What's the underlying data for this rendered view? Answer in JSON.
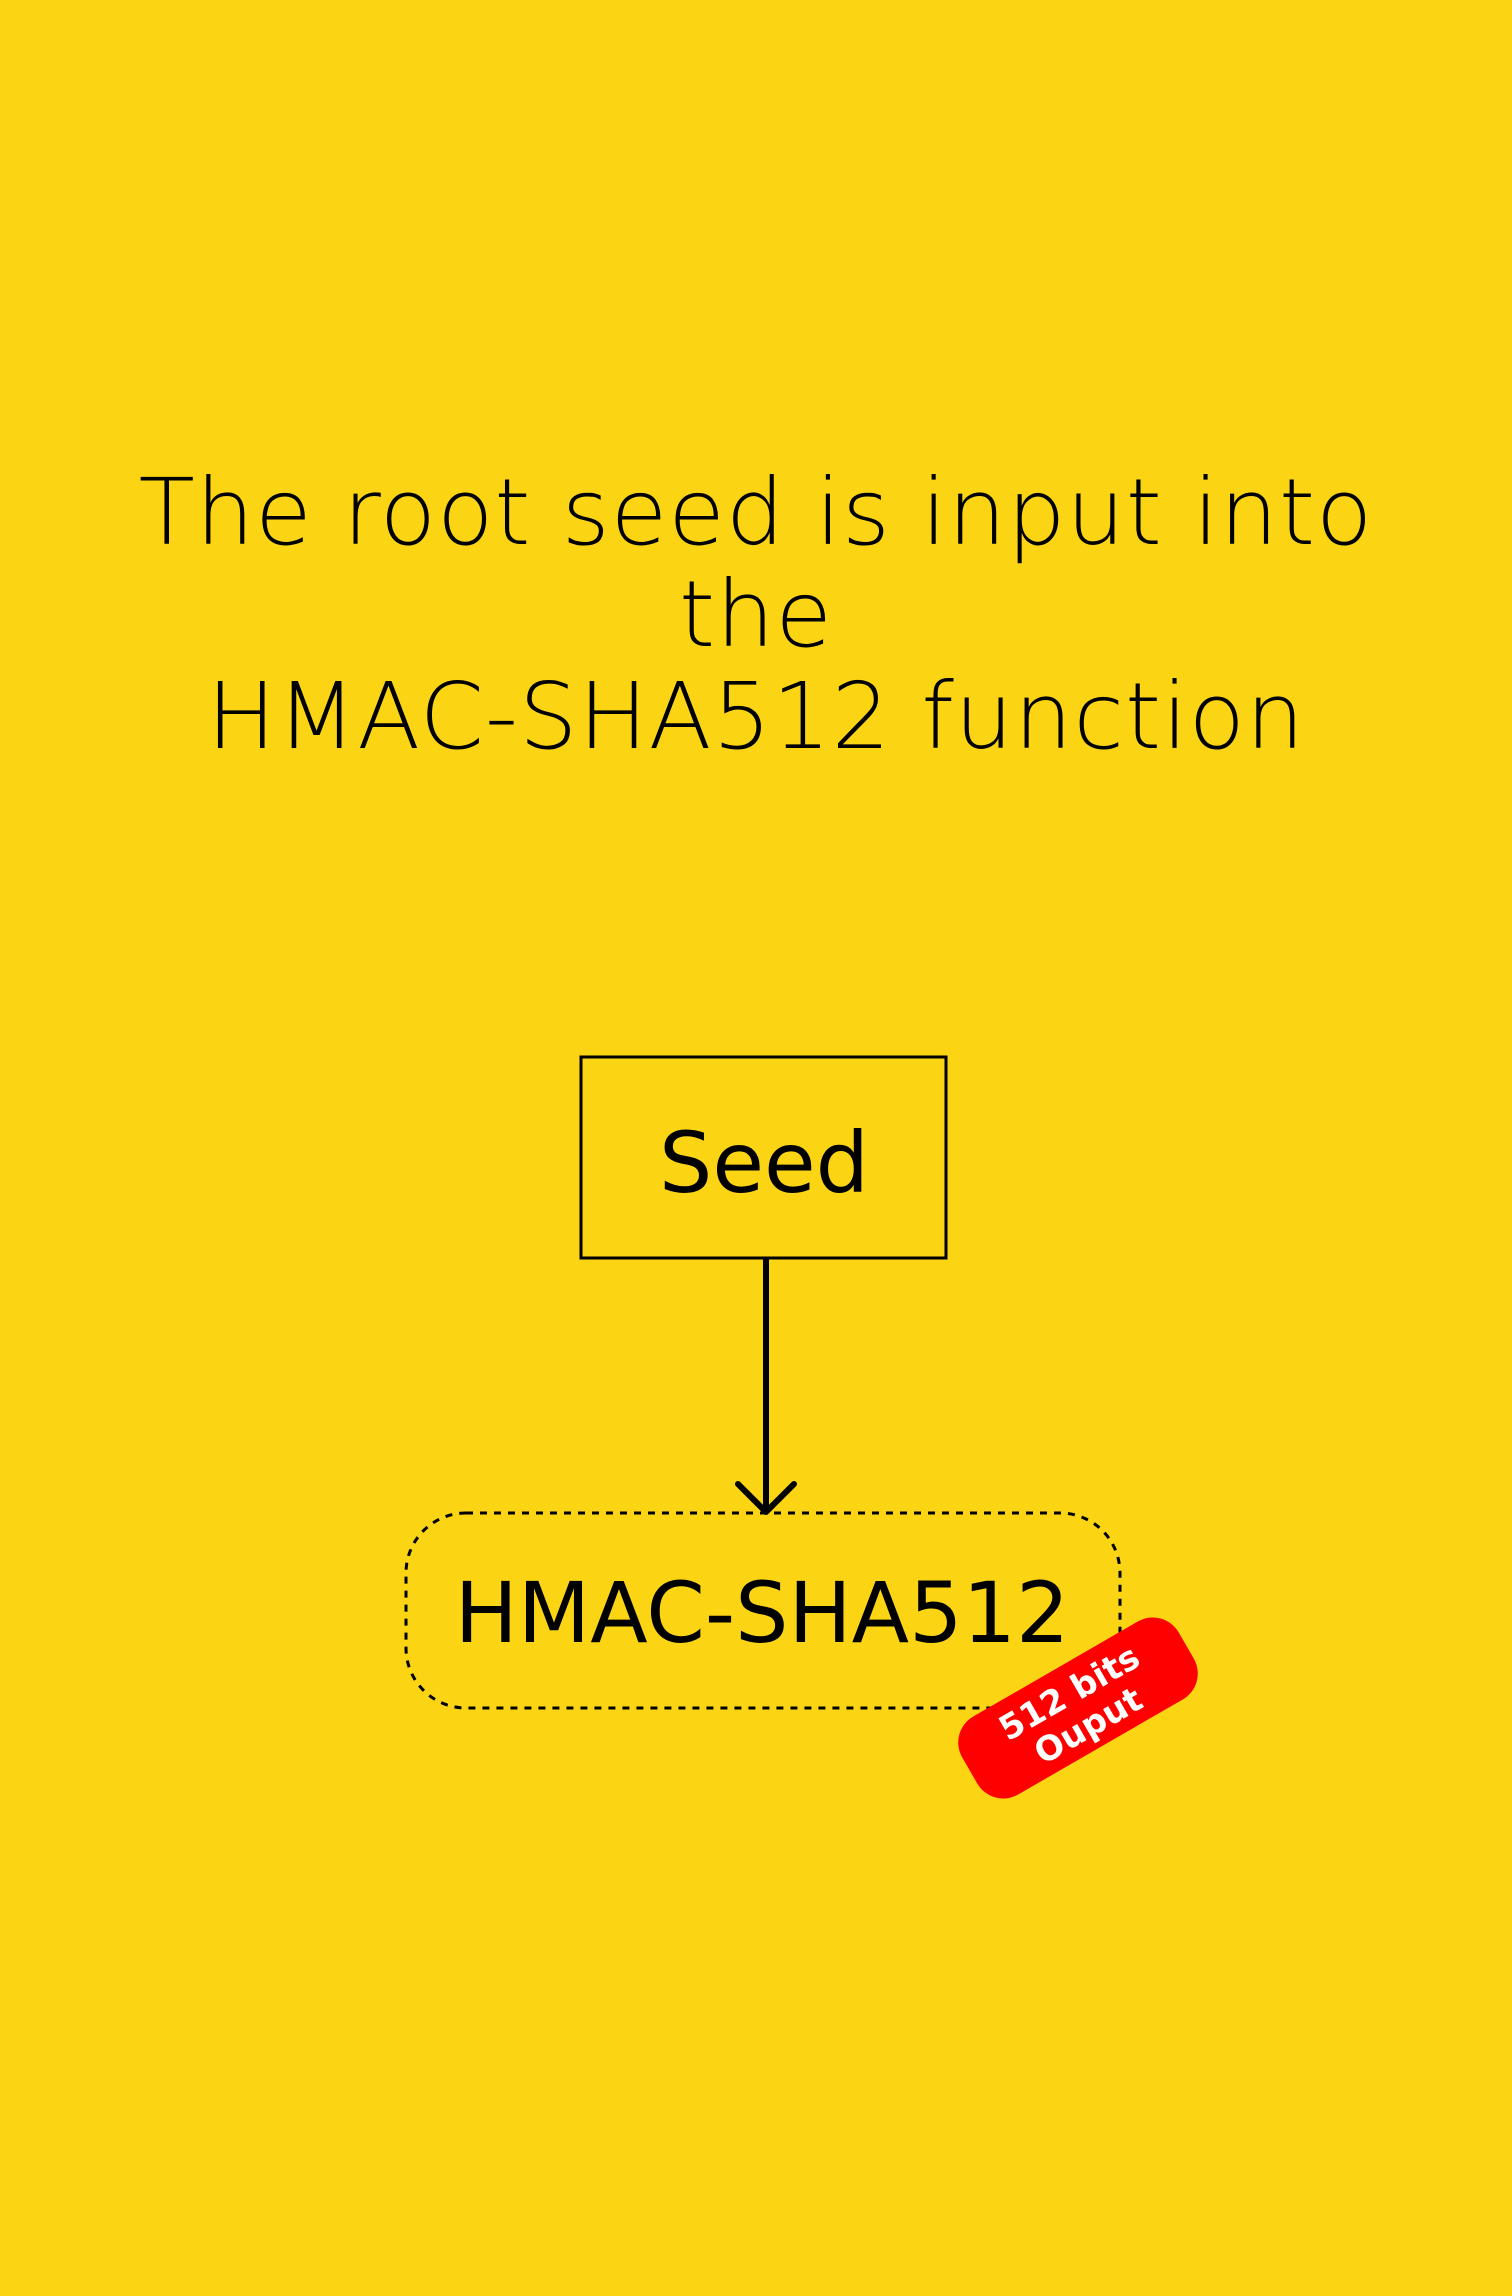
{
  "heading": {
    "line1": "The root seed is input into the",
    "line2": "HMAC-SHA512 function"
  },
  "diagram": {
    "seed_label": "Seed",
    "hmac_label": "HMAC-SHA512",
    "badge_line1": "512 bits",
    "badge_line2": "Ouput"
  },
  "colors": {
    "background": "#FBD514",
    "stroke": "#000000",
    "badge": "#FF0000",
    "badge_text": "#FFFFFF"
  }
}
